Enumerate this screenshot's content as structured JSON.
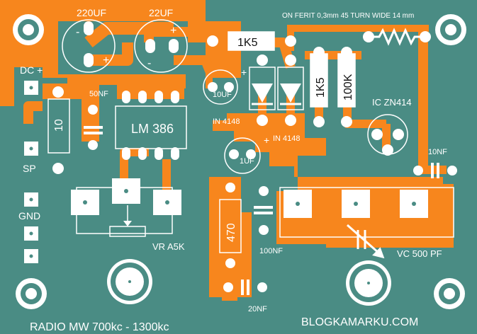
{
  "colors": {
    "board": "#4a8c84",
    "copper": "#f7861d",
    "silk": "#ffffff",
    "ink": "#111111"
  },
  "labels": {
    "cap_220uf": "220UF",
    "cap_22uf": "22UF",
    "res_1k5_top": "1K5",
    "ferrite_note": "ON FERIT 0,3mm 45 TURN WIDE 14 mm",
    "dc_plus": "DC +",
    "cap_50nf": "50NF",
    "cap_10uf": "10UF",
    "res_1k5_vert": "1K5",
    "res_100k": "100K",
    "ic_zn414": "IC ZN414",
    "res_10": "10",
    "ic_lm386": "LM 386",
    "diode_1": "IN 4148",
    "diode_2": "IN 4148",
    "cap_1uf": "1UF",
    "cap_10nf": "10NF",
    "sp": "SP",
    "gnd": "GND",
    "res_470": "470",
    "cap_100nf": "100NF",
    "vr": "VR A5K",
    "vc": "VC 500 PF",
    "cap_20nf": "20NF",
    "title": "RADIO MW 700kc - 1300kc",
    "website": "BLOGKAMARKU.COM",
    "plus_1": "+",
    "plus_2": "+",
    "plus_3": "+",
    "plus_4": "+",
    "minus_1": "-",
    "minus_2": "-"
  }
}
